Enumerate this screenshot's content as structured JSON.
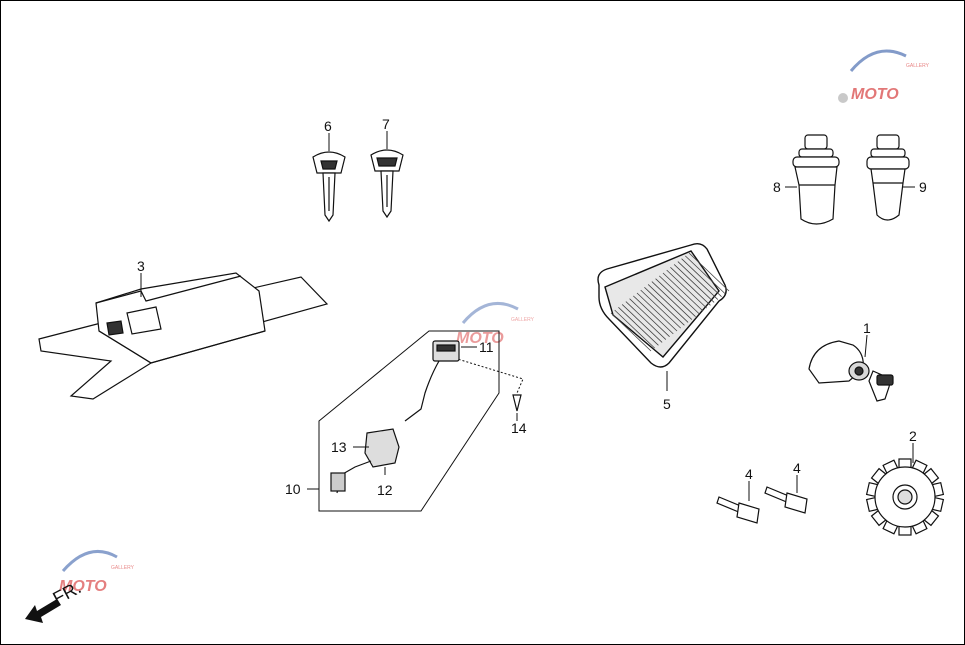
{
  "diagram": {
    "callouts": [
      "1",
      "2",
      "3",
      "4",
      "4",
      "5",
      "6",
      "7",
      "8",
      "9",
      "10",
      "11",
      "12",
      "13",
      "14"
    ],
    "direction_label": "FR.",
    "watermark": {
      "text": "MOTO",
      "sub": "GALLERY",
      "colors": {
        "blue": "#5a7ab8",
        "red": "#d94a4a",
        "gray": "#b8b8b8"
      }
    },
    "colors": {
      "line": "#111111",
      "fill": "#ffffff",
      "shade": "#cfcfcf"
    }
  }
}
